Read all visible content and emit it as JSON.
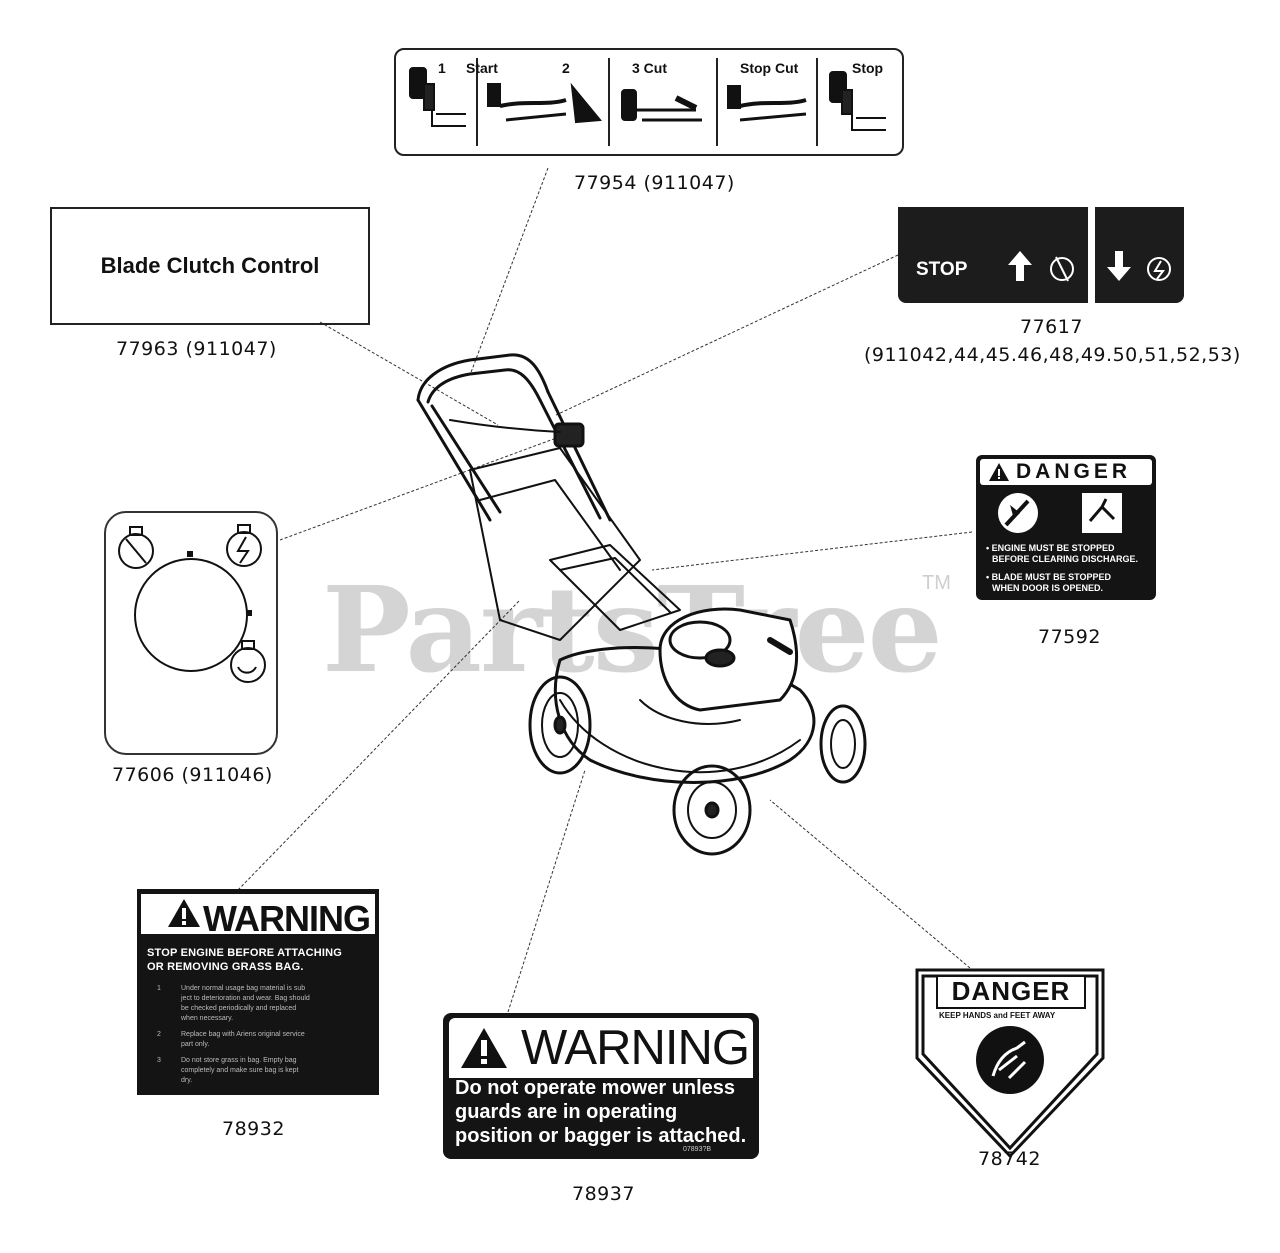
{
  "watermark": {
    "text": "PartsTree",
    "tm": "TM"
  },
  "decals": {
    "sequence": {
      "part": "77954 (911047)",
      "steps": [
        "1",
        "Start",
        "2",
        "3 Cut",
        "Stop Cut",
        "Stop"
      ]
    },
    "blade_clutch": {
      "label": "Blade Clutch Control",
      "part": "77963 (911047)"
    },
    "stop": {
      "label": "STOP",
      "part": "77617",
      "models": "(911042,44,45.46,48,49.50,51,52,53)"
    },
    "danger_discharge": {
      "header": "DANGER",
      "lines": [
        "• ENGINE MUST BE STOPPED",
        "BEFORE CLEARING DISCHARGE.",
        "• BLADE MUST BE STOPPED",
        "WHEN DOOR IS OPENED."
      ],
      "part": "77592"
    },
    "dial": {
      "part": "77606 (911046)"
    },
    "warning_bag": {
      "header": "WARNING",
      "sub": [
        "STOP ENGINE BEFORE ATTACHING",
        "OR REMOVING GRASS BAG."
      ],
      "fine": [
        "Under normal usage bag material is sub",
        "ject to deterioration and wear. Bag should",
        "be checked periodically and replaced",
        "when necessary.",
        "Replace bag with Ariens original service",
        "part only.",
        "Do not store grass in bag. Empty bag",
        "completely and make sure bag is kept",
        "dry."
      ],
      "fine_nums": [
        "1",
        "2",
        "3"
      ],
      "part": "78932"
    },
    "warning_guards": {
      "header": "WARNING",
      "lines": [
        "Do not operate mower unless",
        "guards are in operating",
        "position or bagger is attached."
      ],
      "code": "07893?B",
      "part": "78937"
    },
    "danger_hands": {
      "header": "DANGER",
      "sub": "KEEP HANDS and FEET AWAY",
      "part": "78742"
    }
  }
}
